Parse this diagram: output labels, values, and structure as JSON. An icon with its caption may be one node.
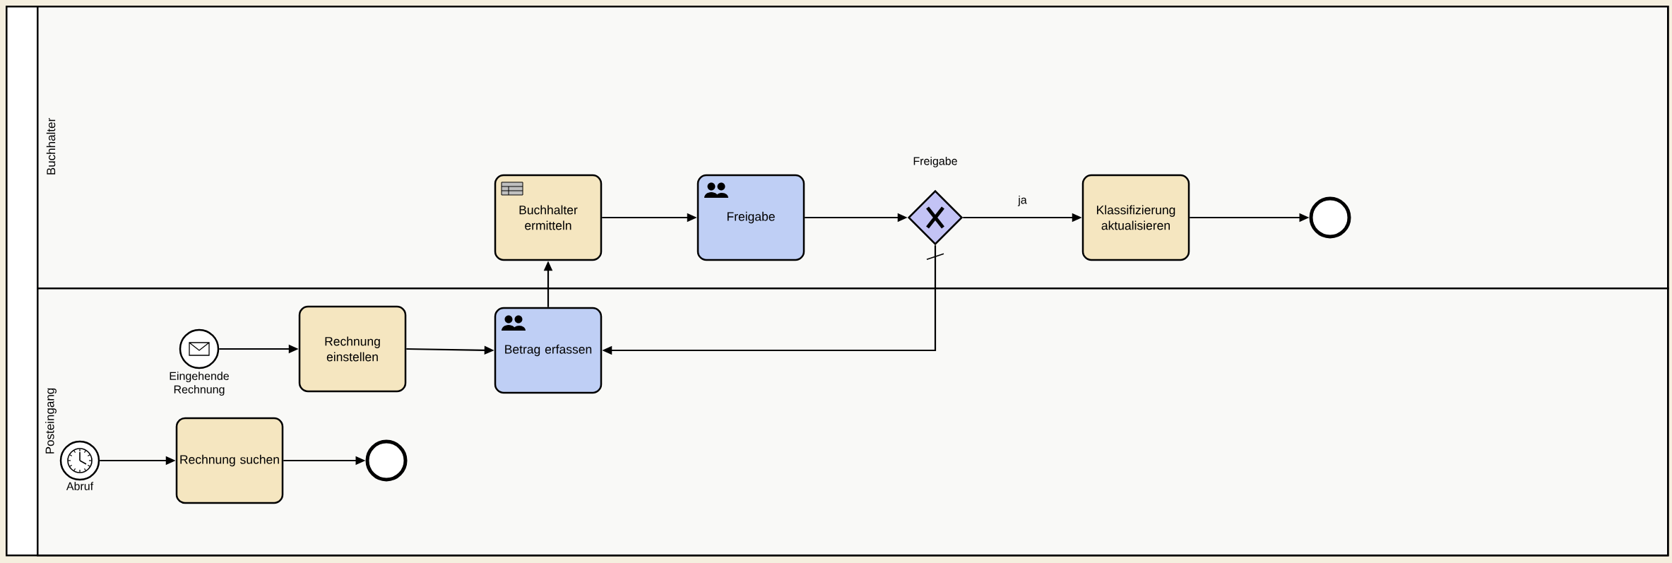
{
  "diagram": {
    "nodes": [
      {
        "text": [],
        "shape": "box"
      },
      {
        "text": [
          "Buchhalter"
        ],
        "in": 0
      },
      {
        "text": [
          "Posteingang"
        ],
        "in": 0
      },
      {
        "text": [
          "Buchhalter ermitteln"
        ],
        "in": 1
      },
      {
        "text": [
          "Freigabe"
        ],
        "in": 1
      },
      {
        "text": [],
        "shape": "diamond",
        "beside": [
          "Freigabe"
        ],
        "in": 1
      },
      {
        "text": [
          "Klassifizierung aktualisieren"
        ],
        "in": 1
      },
      {
        "text": [],
        "shape": "circle",
        "in": 1
      },
      {
        "text": [],
        "shape": "circle",
        "beside": [
          "Eingehende Rechnung"
        ],
        "in": 2
      },
      {
        "text": [
          "Rechnung einstellen"
        ],
        "in": 2
      },
      {
        "text": [
          "Betrag erfassen"
        ],
        "in": 2
      },
      {
        "text": [],
        "shape": "circle",
        "beside": [
          "Abruf"
        ],
        "in": 2
      },
      {
        "text": [
          "Rechnung suchen"
        ],
        "in": 2
      },
      {
        "text": [],
        "shape": "circle",
        "in": 2
      }
    ],
    "edges": [
      {
        "from": 8,
        "to": 9,
        "arrow": "to"
      },
      {
        "from": 9,
        "to": 10,
        "arrow": "to"
      },
      {
        "from": 10,
        "to": 3,
        "arrow": "to"
      },
      {
        "from": 3,
        "to": 4,
        "arrow": "to"
      },
      {
        "from": 4,
        "to": 5,
        "arrow": "to"
      },
      {
        "from": 5,
        "to": 6,
        "arrow": "to",
        "label": "ja"
      },
      {
        "from": 6,
        "to": 7,
        "arrow": "to"
      },
      {
        "from": 5,
        "to": 10,
        "arrow": "to"
      },
      {
        "from": 11,
        "to": 12,
        "arrow": "to"
      },
      {
        "from": 12,
        "to": 13,
        "arrow": "to"
      }
    ]
  }
}
